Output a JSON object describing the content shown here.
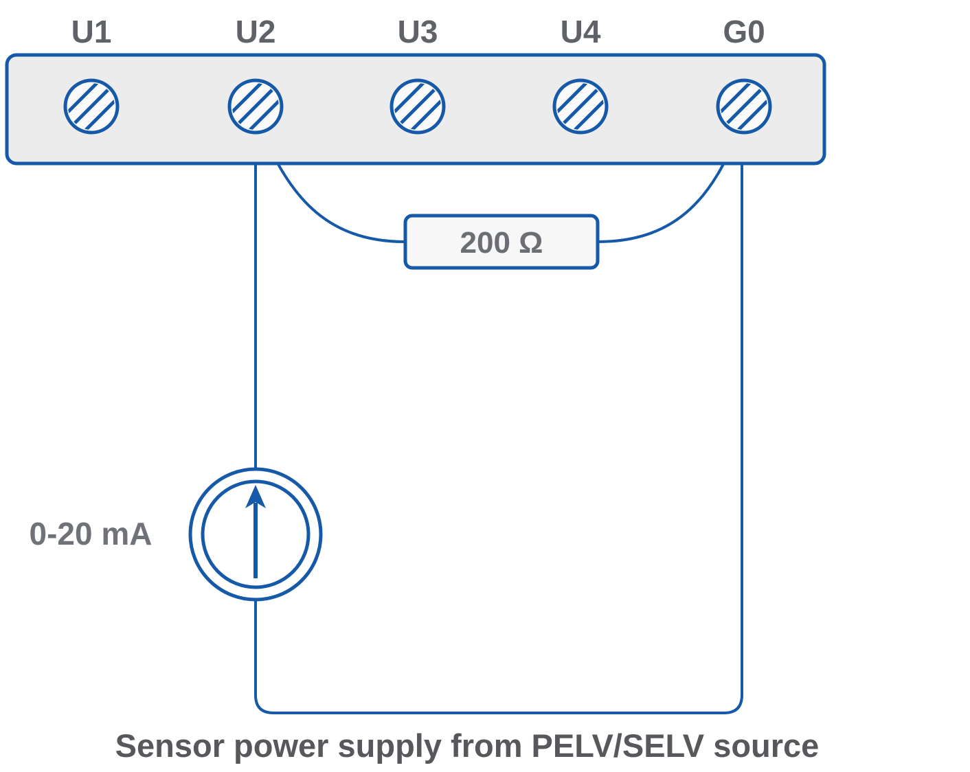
{
  "diagram": {
    "type": "wiring-diagram",
    "terminals": [
      {
        "label": "U1"
      },
      {
        "label": "U2"
      },
      {
        "label": "U3"
      },
      {
        "label": "U4"
      },
      {
        "label": "G0"
      }
    ],
    "resistor": {
      "label": "200 Ω"
    },
    "current_source": {
      "label": "0-20 mA",
      "symbol": "circle-with-up-arrow"
    },
    "caption": "Sensor power supply from PELV/SELV source",
    "connections": [
      {
        "from": "U2",
        "to": "200 Ω resistor (left)"
      },
      {
        "from": "G0",
        "to": "200 Ω resistor (right)"
      },
      {
        "from": "U2",
        "to": "current source (+)"
      },
      {
        "from": "current source",
        "to": "G0"
      }
    ],
    "colors": {
      "wire_blue": "#1659a8",
      "label_gray": "#5f6368",
      "terminal_block_fill": "#ececec",
      "resistor_fill": "#f7f7f7",
      "terminal_screw_fill": "#fafafa"
    }
  }
}
